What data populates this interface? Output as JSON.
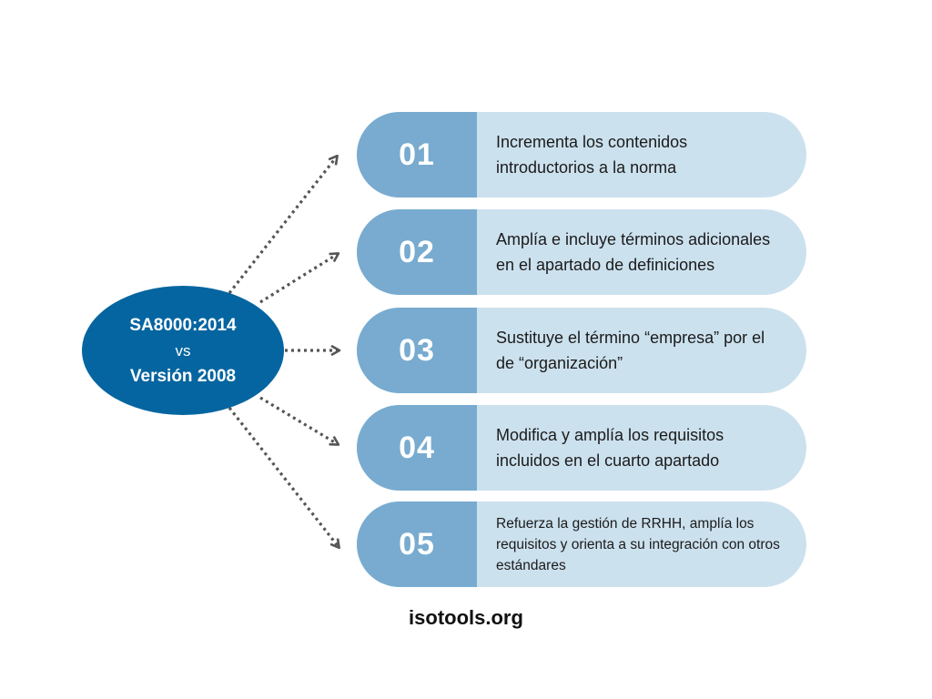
{
  "hub": {
    "line1": "SA8000:2014",
    "line2": "vs",
    "line3": "Versión 2008"
  },
  "items": [
    {
      "number": "01",
      "text": "Incrementa los contenidos introductorios a la norma"
    },
    {
      "number": "02",
      "text": "Amplía e incluye términos adicionales en el apartado de definiciones"
    },
    {
      "number": "03",
      "text": "Sustituye el término “empresa” por el de “organización”"
    },
    {
      "number": "04",
      "text": "Modifica y amplía los requisitos incluidos en el cuarto apartado"
    },
    {
      "number": "05",
      "text": "Refuerza la gestión de RRHH, amplía los requisitos y orienta a su integración con otros estándares"
    }
  ],
  "footer": "isotools.org",
  "colors": {
    "hub": "#0565a0",
    "number_block": "#78abcf",
    "item_background": "#cce1ee",
    "arrow": "#555555"
  }
}
